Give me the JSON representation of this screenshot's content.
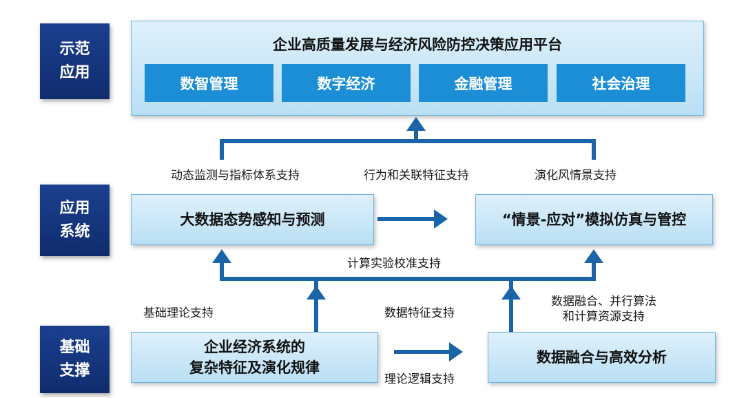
{
  "layers": {
    "application": [
      "示范",
      "应用"
    ],
    "system": [
      "应用",
      "系统"
    ],
    "foundation": [
      "基础",
      "支撑"
    ]
  },
  "platform": {
    "title": "企业高质量发展与经济风险防控决策应用平台",
    "modules": [
      "数智管理",
      "数字经济",
      "金融管理",
      "社会治理"
    ]
  },
  "system": {
    "left_box": "大数据态势感知与预测",
    "right_box": "“情景-应对”模拟仿真与管控"
  },
  "foundation": {
    "left_box": [
      "企业经济系统的",
      "复杂特征及演化规律"
    ],
    "right_box": "数据融合与高效分析"
  },
  "support_labels": {
    "monitoring": "动态监测与指标体系支持",
    "behavior": "行为和关联特征支持",
    "scenario": "演化风情景支持",
    "calibration": "计算实验校准支持",
    "theory": "基础理论支持",
    "data_features": "数据特征支持",
    "fusion": [
      "数据融合、并行算法",
      "和计算资源支持"
    ],
    "logic": "理论逻辑支持"
  },
  "colors": {
    "dark_blue": "#15357c",
    "accent_blue": "#1b8ed6",
    "line_blue": "#1a64a8",
    "light_box": "#c8e6f8"
  }
}
